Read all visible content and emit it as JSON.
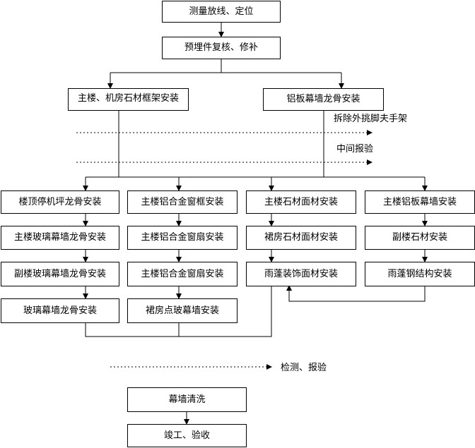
{
  "nodes": {
    "survey": "测量放线、定位",
    "embed_check": "预埋件复核、修补",
    "main_stone_frame": "主楼、机房石材框架安装",
    "al_curtain_keel": "铝板幕墙龙骨安装",
    "roof_apron_keel": "楼顶停机坪龙骨安装",
    "main_al_window_frame": "主楼铝合金窗框安装",
    "main_stone_face": "主楼石材面材安装",
    "main_al_curtain": "主楼铝板幕墙安装",
    "main_glass_keel": "主楼玻璃幕墙龙骨安装",
    "main_al_sash_1": "主楼铝合金窗扇安装",
    "podium_stone_face": "裙房石材面材安装",
    "annex_stone": "副楼石材安装",
    "annex_glass_keel": "副楼玻璃幕墙龙骨安装",
    "main_al_sash_2": "主楼铝合金窗扇安装",
    "canopy_decor": "雨蓬装饰面材安装",
    "canopy_steel": "雨蓬钢结构安装",
    "glass_keel": "玻璃幕墙龙骨安装",
    "podium_point_glass": "裙房点玻幕墙安装",
    "curtain_clean": "幕墙清洗",
    "completion": "竣工、验收"
  },
  "annotations": {
    "remove_scaffold": "拆除外挑脚夫手架",
    "mid_inspection": "中间报验",
    "test_inspection": "检测、报验"
  }
}
